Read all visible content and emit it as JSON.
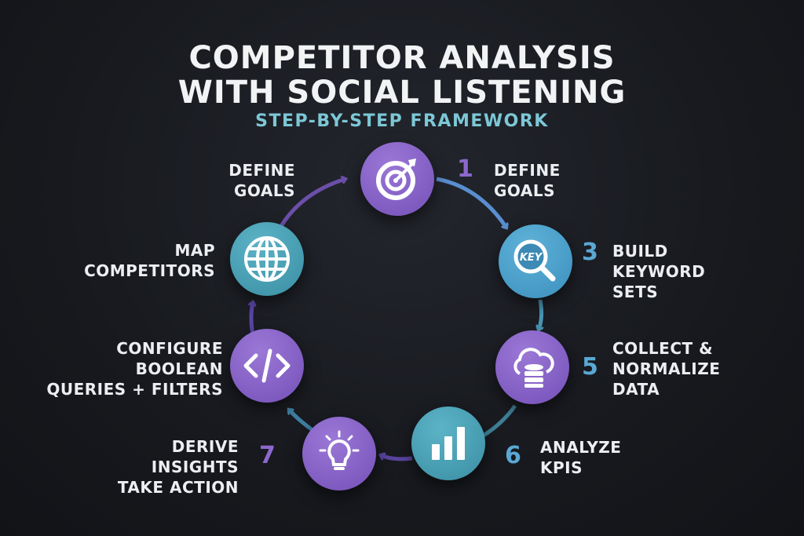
{
  "title_line1": "COMPETITOR ANALYSIS",
  "title_line2": "WITH SOCIAL LISTENING",
  "subtitle": "STEP-BY-STEP FRAMEWORK",
  "colors": {
    "purple": "#8563c7",
    "teal": "#4aa0b4",
    "blue": "#4da0ca",
    "subtitle": "#7cc7d6",
    "background": "#17191e"
  },
  "steps": [
    {
      "number": "1",
      "label_lines": [
        "DEFINE",
        "GOALS"
      ],
      "icon": "target-icon"
    },
    {
      "number": "",
      "label_lines": [
        "DEFINE",
        "GOALS"
      ],
      "icon": ""
    },
    {
      "number": "",
      "label_lines": [
        "MAP",
        "COMPETITORS"
      ],
      "icon": "globe-icon"
    },
    {
      "number": "3",
      "label_lines": [
        "BUILD",
        "KEYWORD",
        "SETS"
      ],
      "icon": "key-search-icon",
      "icon_text": "KEY"
    },
    {
      "number": "",
      "label_lines": [
        "CONFIGURE",
        "BOOLEAN",
        "QUERIES + FILTERS"
      ],
      "icon": "code-icon"
    },
    {
      "number": "5",
      "label_lines": [
        "COLLECT &",
        "NORMALIZE",
        "DATA"
      ],
      "icon": "cloud-database-icon"
    },
    {
      "number": "6",
      "label_lines": [
        "ANALYZE",
        "KPIS"
      ],
      "icon": "bar-chart-icon"
    },
    {
      "number": "7",
      "label_lines": [
        "DERIVE",
        "INSIGHTS",
        "TAKE ACTION"
      ],
      "icon": "lightbulb-icon"
    }
  ]
}
